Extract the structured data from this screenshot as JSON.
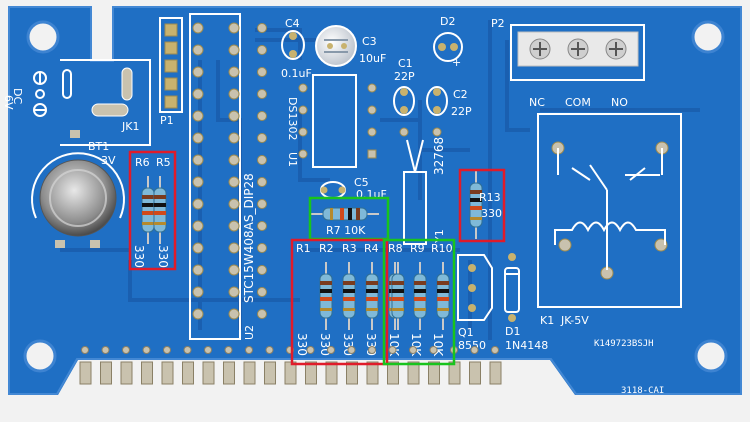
{
  "board": {
    "colors": {
      "pcb": "#1f6fc4",
      "pcb_dark": "#155aa5",
      "silk": "#ffffff",
      "pad": "#c9c2ae",
      "gold": "#c8b26e",
      "highlight_red": "#e01b2a",
      "highlight_green": "#18c41d",
      "terminal": "#e9e9e9"
    },
    "labels": {
      "c4": "C4",
      "c4_val": "0.1uF",
      "c3": "C3",
      "c3_val": "10uF",
      "d2": "D2",
      "p2": "P2",
      "c1": "C1",
      "c1_val": "22P",
      "c2": "C2",
      "c2_val": "22P",
      "nc": "NC",
      "com": "COM",
      "no": "NO",
      "dc": "DC",
      "dc_v": "6V",
      "jk1": "JK1",
      "p1": "P1",
      "ds1302": "DS1302",
      "u1": "U1",
      "bt1": "BT1",
      "bt1_v": "3V",
      "r6": "R6",
      "r5": "R5",
      "r6_val": "330",
      "r5_val": "330",
      "c5": "C5",
      "c5_val": "0.1uF",
      "r7": "R7 10K",
      "y1": "Y1",
      "y1_val": "32768",
      "r13": "R13",
      "r13_val": "330",
      "mcu": "STC15W408AS_DIP28",
      "u2": "U2",
      "r1": "R1",
      "r2": "R2",
      "r3": "R3",
      "r4": "R4",
      "r8": "R8",
      "r9": "R9",
      "r10": "R10",
      "r1_val": "330",
      "r2_val": "330",
      "r3_val": "330",
      "r4_val": "330",
      "r8_val": "10K",
      "r9_val": "10K",
      "r10_val": "10K",
      "q1": "Q1",
      "q1_val": "8550",
      "d1": "D1",
      "d1_val": "1N4148",
      "k1": "K1",
      "k1_val": "JK-5V",
      "serial": "K149723BSJH",
      "code": "3118-CAI"
    }
  }
}
